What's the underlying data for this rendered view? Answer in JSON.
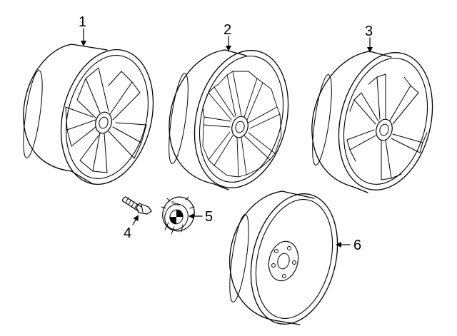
{
  "diagram": {
    "parts": [
      {
        "number": "1"
      },
      {
        "number": "2"
      },
      {
        "number": "3"
      },
      {
        "number": "4"
      },
      {
        "number": "5"
      },
      {
        "number": "6"
      }
    ],
    "center_cap_logo_text": "BMW"
  }
}
